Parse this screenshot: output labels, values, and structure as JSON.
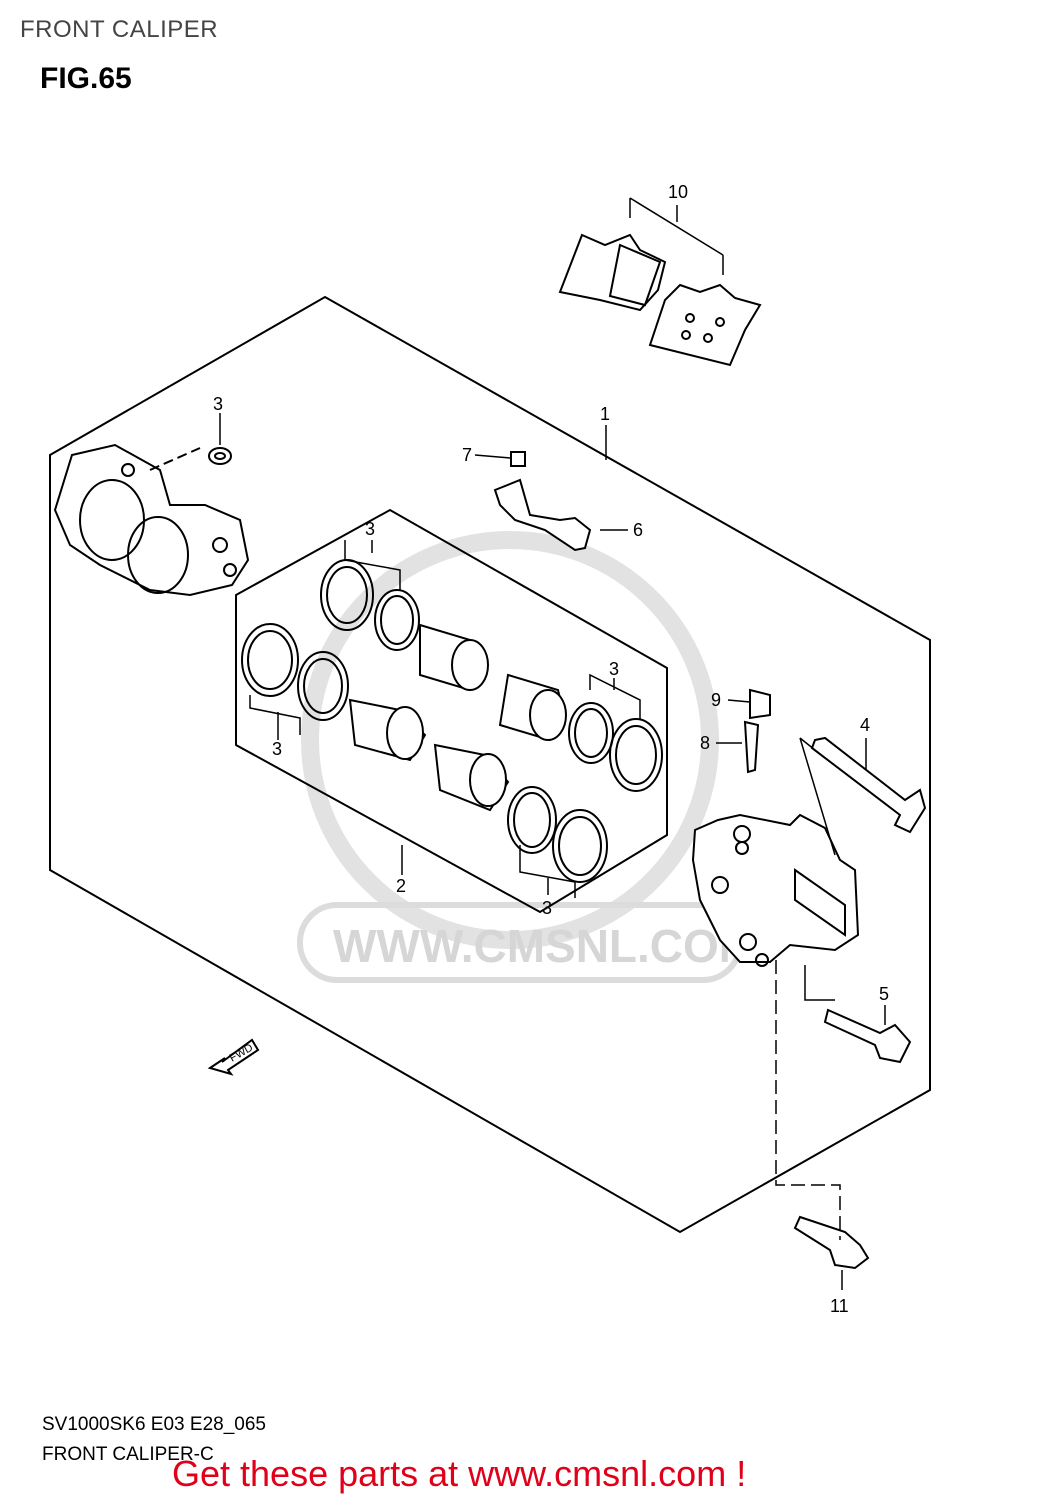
{
  "header": {
    "title": "FRONT CALIPER",
    "figure": "FIG.65"
  },
  "watermark": {
    "text": "WWW.CMSNL.COM",
    "color": "#d6d6d6"
  },
  "callouts": [
    {
      "id": "1",
      "part": "caliper-assy-outline"
    },
    {
      "id": "2",
      "part": "piston-group"
    },
    {
      "id": "3",
      "part": "piston-seal"
    },
    {
      "id": "4",
      "part": "pin"
    },
    {
      "id": "5",
      "part": "bolt"
    },
    {
      "id": "6",
      "part": "spring"
    },
    {
      "id": "7",
      "part": "screw"
    },
    {
      "id": "8",
      "part": "bleeder"
    },
    {
      "id": "9",
      "part": "cap"
    },
    {
      "id": "10",
      "part": "pad-set"
    },
    {
      "id": "11",
      "part": "mounting-bolt"
    }
  ],
  "labels": {
    "l1": "1",
    "l2": "2",
    "l3": "3",
    "l4": "4",
    "l5": "5",
    "l6": "6",
    "l7": "7",
    "l8": "8",
    "l9": "9",
    "l10": "10",
    "l11": "11",
    "fwd": "FWD"
  },
  "footer": {
    "code": "SV1000SK6 E03 E28_065",
    "name": "FRONT CALIPER-C"
  },
  "promo": {
    "text": "Get these parts at www.cmsnl.com !",
    "color": "#e0001a"
  }
}
